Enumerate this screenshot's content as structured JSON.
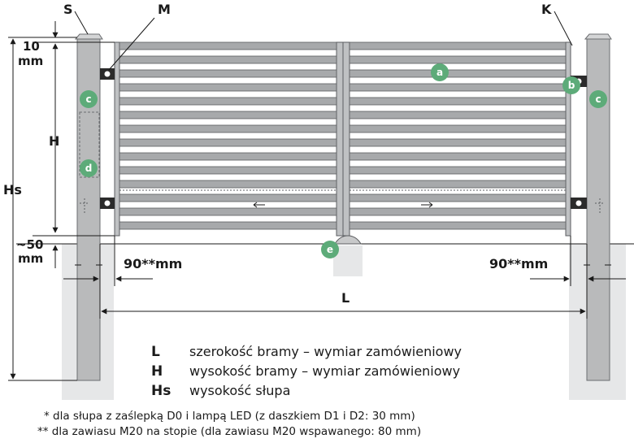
{
  "labels": {
    "post_left": "S",
    "hinge_top": "M",
    "post_right": "K",
    "dim_top_value": "10",
    "dim_top_unit": "mm",
    "dim_h": "H",
    "dim_hs": "Hs",
    "dim_bottom_value": "~50",
    "dim_bottom_unit": "mm",
    "gap_left": "90**mm",
    "gap_right": "90**mm",
    "width": "L"
  },
  "markers": {
    "a": "a",
    "b": "b",
    "c_left": "c",
    "c_right": "c",
    "d": "d",
    "e": "e"
  },
  "legend": [
    {
      "key": "L",
      "text": "szerokość bramy – wymiar zamówieniowy"
    },
    {
      "key": "H",
      "text": "wysokość bramy – wymiar zamówieniowy"
    },
    {
      "key": "Hs",
      "text": "wysokość słupa"
    }
  ],
  "footnotes": [
    "* dla słupa z zaślepką D0 i lampą LED (z daszkiem D1 i D2: 30 mm)",
    "** dla zawiasu M20 na stopie (dla zawiasu M20 wspawanego: 80 mm)"
  ],
  "colors": {
    "marker": "#5dab79",
    "post": "#b9babb",
    "rail": "#a7a9ab",
    "ground": "#e6e7e8"
  }
}
